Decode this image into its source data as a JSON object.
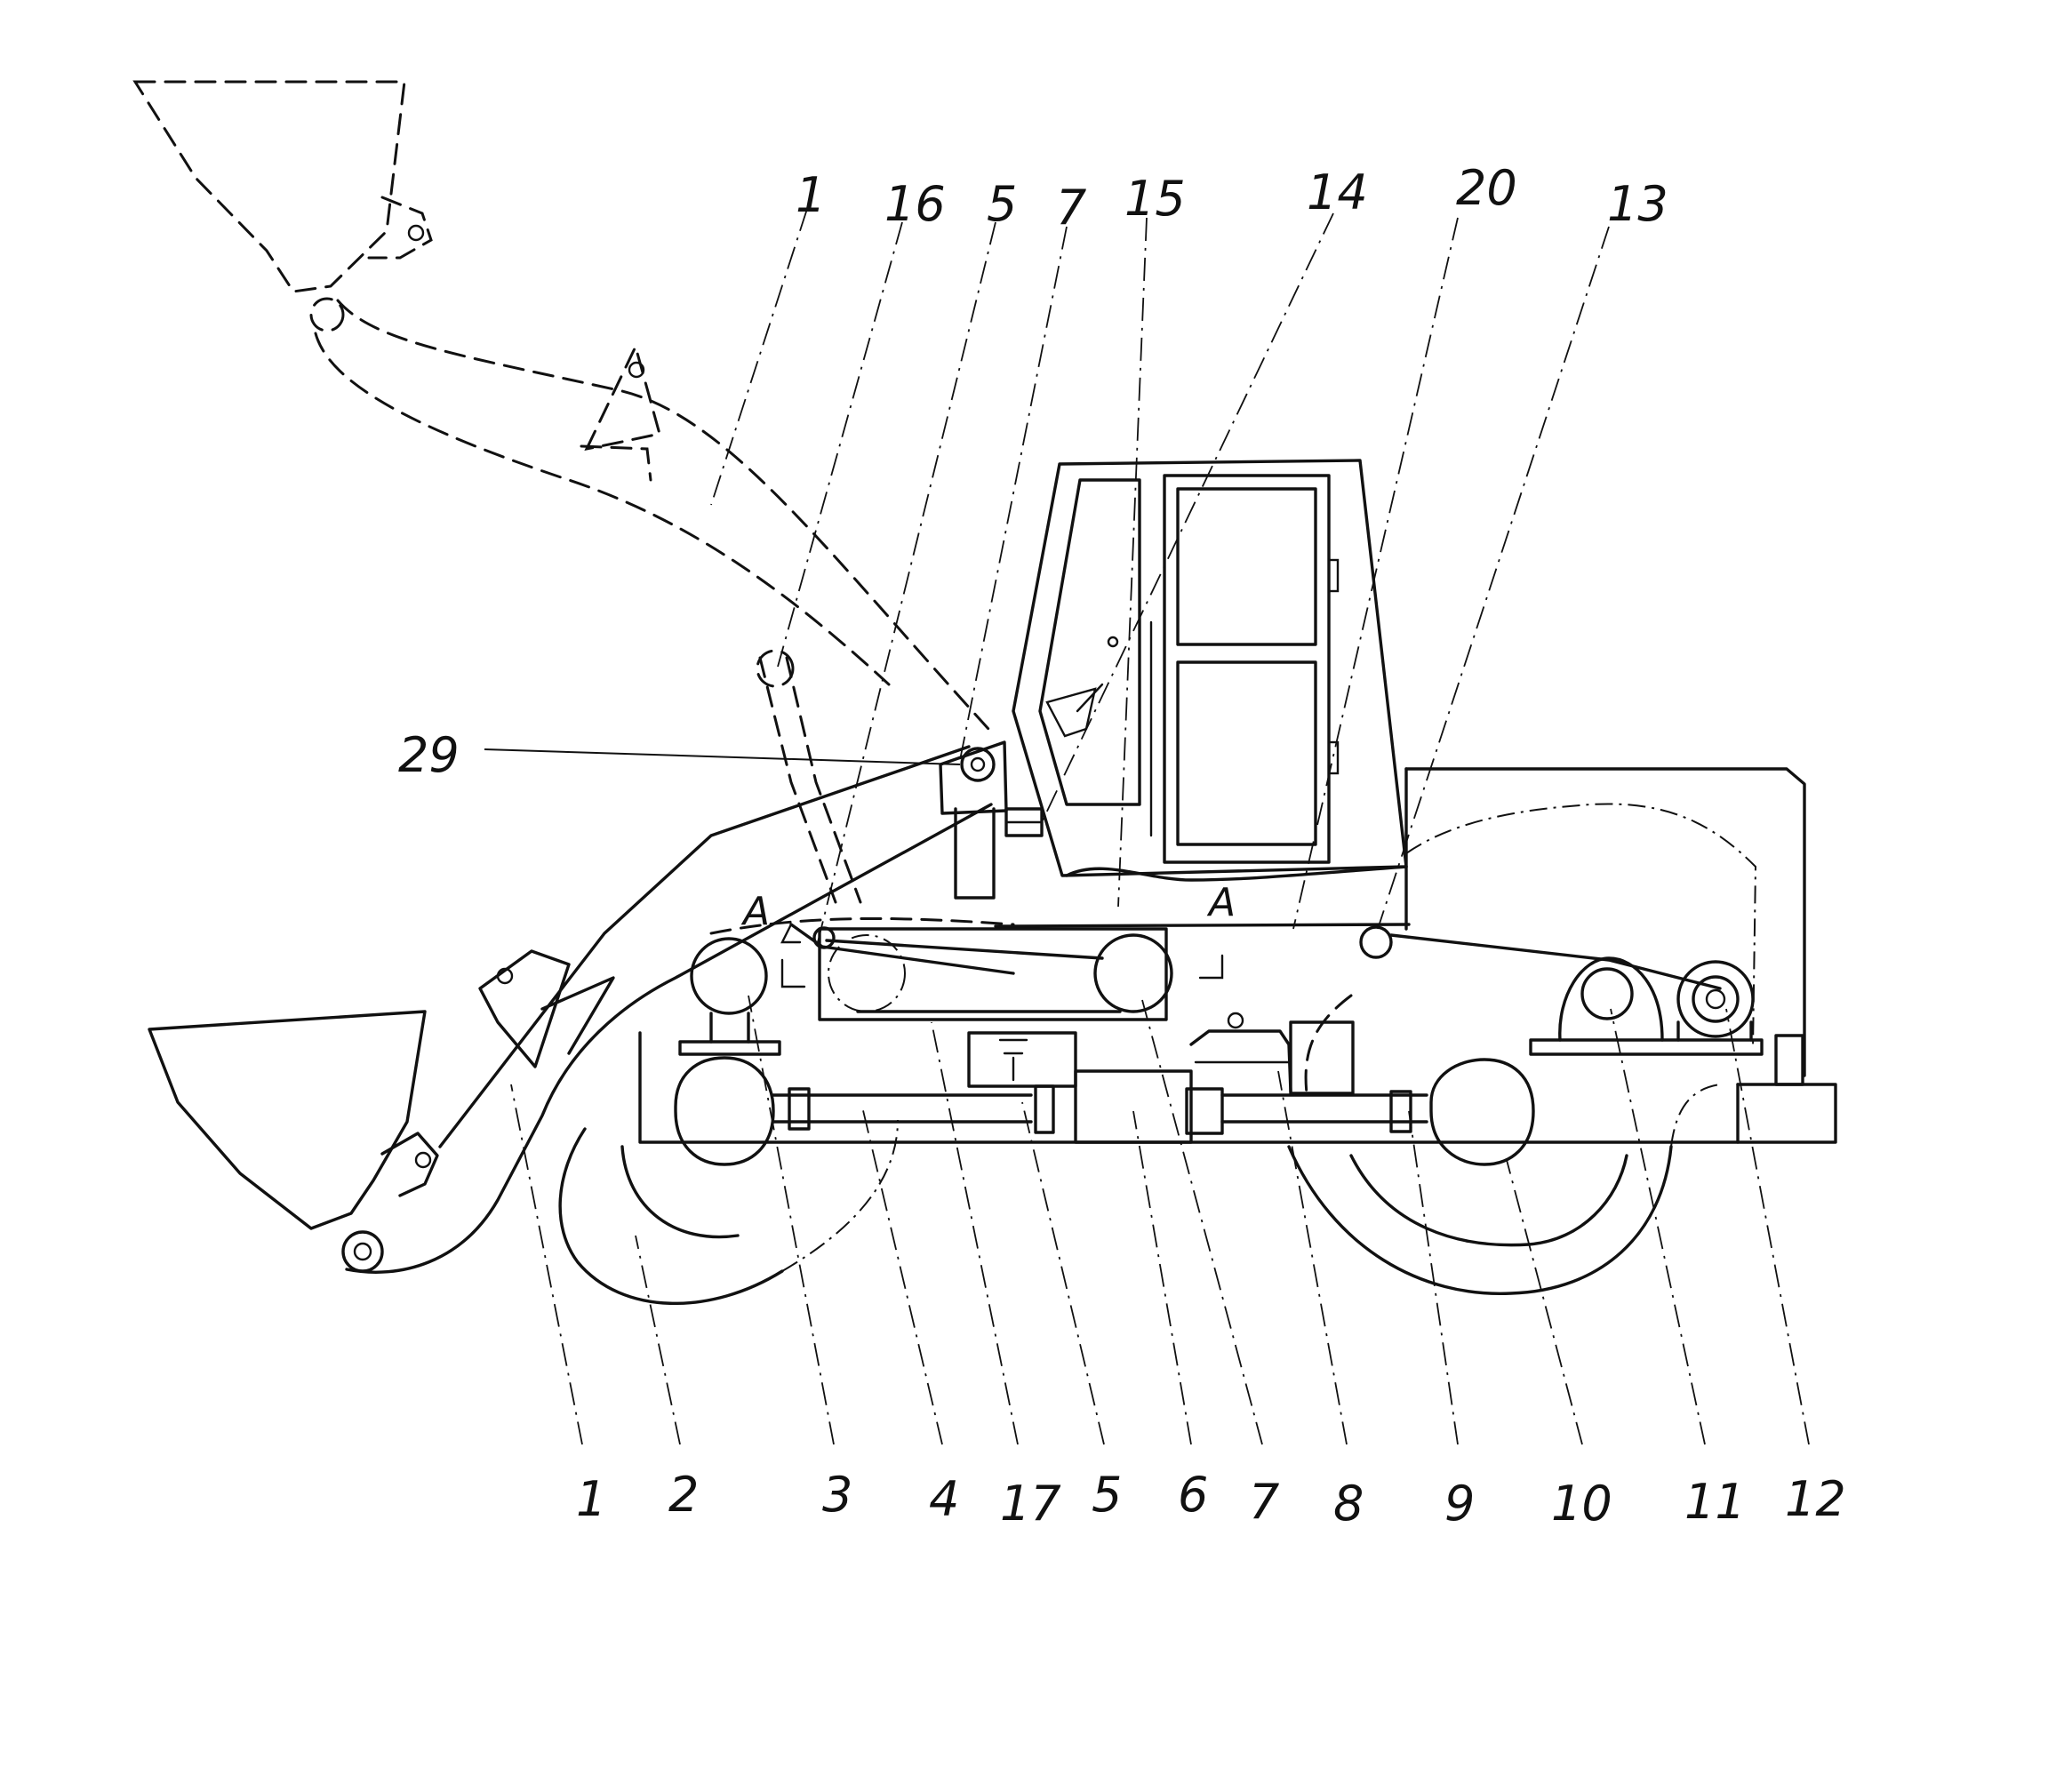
{
  "top_labels": [
    "1",
    "16",
    "5",
    "7",
    "15",
    "14",
    "20",
    "13"
  ],
  "side_labels": [
    "29"
  ],
  "section_marks": [
    "A",
    "A"
  ],
  "bottom_labels": [
    "1",
    "2",
    "3",
    "4",
    "17",
    "5",
    "6",
    "7",
    "8",
    "9",
    "10",
    "11",
    "12"
  ]
}
